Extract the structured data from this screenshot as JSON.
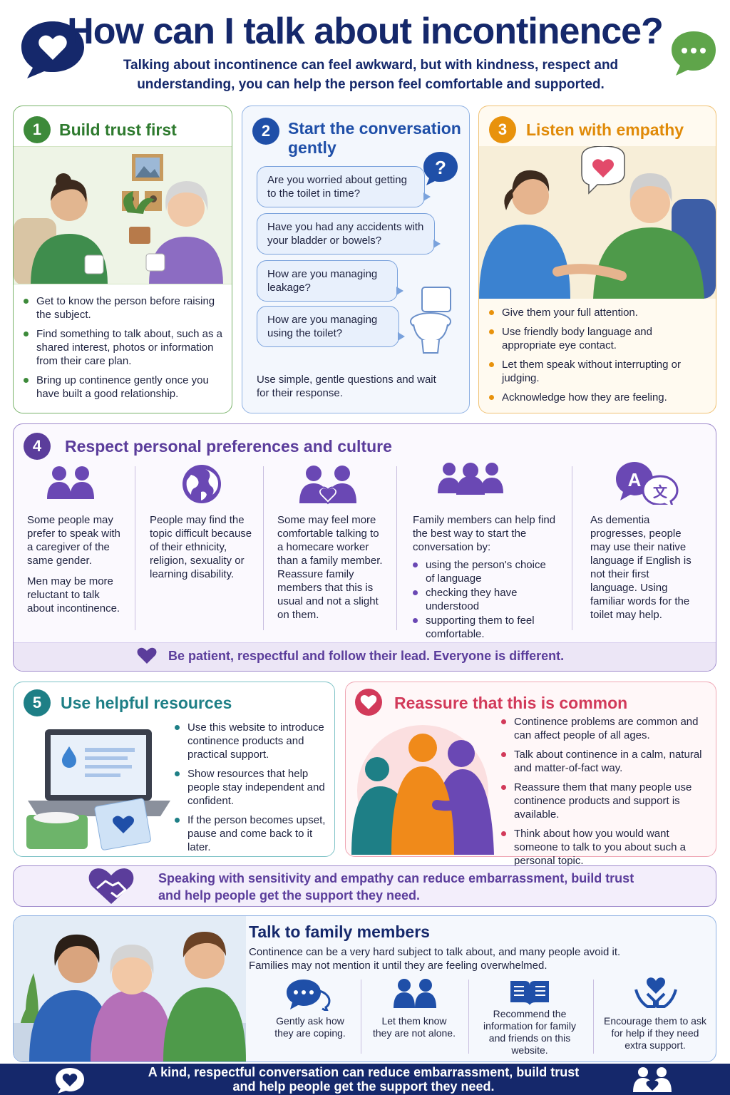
{
  "header": {
    "title": "How can I talk about incontinence?",
    "subtitle": "Talking about incontinence can feel awkward, but with kindness, respect and understanding, you can help the person feel comfortable and supported."
  },
  "colors": {
    "navy": "#15286b",
    "green": "#3d8a3a",
    "blue": "#1f4fa8",
    "orange": "#e8920c",
    "purple": "#5b3d9b",
    "teal": "#1e7f86",
    "red": "#d23a5a"
  },
  "card1": {
    "number": "1",
    "title": "Build trust first",
    "bullets": [
      "Get to know the person before raising the subject.",
      "Find something to talk about, such as a shared interest, photos or information from their care plan.",
      "Bring up continence gently once you have built a good relationship."
    ]
  },
  "card2": {
    "number": "2",
    "title": "Start the conversation gently",
    "questions": [
      "Are you worried about getting to the toilet in time?",
      "Have you had any accidents with your bladder or bowels?",
      "How are you managing leakage?",
      "How are you managing using the toilet?"
    ],
    "footer": "Use simple, gentle questions and wait for their response.",
    "icon": "question-bubble-icon"
  },
  "card3": {
    "number": "3",
    "title": "Listen with empathy",
    "bullets": [
      "Give them your full attention.",
      "Use friendly body language and appropriate eye contact.",
      "Let them speak without interrupting or judging.",
      "Acknowledge how they are feeling."
    ]
  },
  "card4": {
    "number": "4",
    "title": "Respect personal preferences and culture",
    "col1": {
      "p1": "Some people may prefer to speak with a caregiver of the same gender.",
      "p2": "Men may be more reluctant to talk about incontinence."
    },
    "col2": {
      "p1": "People may find the topic difficult because of their ethnicity, religion, sexuality or learning disability."
    },
    "col3": {
      "p1": "Some may feel more comfortable talking to a homecare worker than a family member. Reassure family members that this is usual and not a slight on them."
    },
    "col4": {
      "intro": "Family members can help find the best way to start the conversation by:",
      "bullets": [
        "using the person's choice of language",
        "checking they have understood",
        "supporting them to feel comfortable."
      ]
    },
    "col5": {
      "p1": "As dementia progresses, people may use their native language if English is not their first language. Using familiar words for the toilet may help."
    },
    "banner": "Be patient, respectful and follow their lead. Everyone is different."
  },
  "card5": {
    "number": "5",
    "title": "Use helpful resources",
    "bullets": [
      "Use this website to introduce continence products and practical support.",
      "Show resources that help people stay independent and confident.",
      "If the person becomes upset, pause and come back to it later."
    ]
  },
  "card6": {
    "title": "Reassure that this is common",
    "bullets": [
      "Continence problems are common and can affect people of all ages.",
      "Talk about continence in a calm, natural and matter-of-fact way.",
      "Reassure them that many people use continence products and support is available.",
      "Think about how you would want someone to talk to you about such a personal topic."
    ]
  },
  "empathy_banner": "Speaking with sensitivity and empathy can reduce embarrassment, build trust and help people get the support they need.",
  "family": {
    "title": "Talk to family members",
    "intro": "Continence can be a very hard subject to talk about, and many people avoid it. Families may not mention it until they are feeling overwhelmed.",
    "items": [
      "Gently ask how they are coping.",
      "Let them know they are not alone.",
      "Recommend the information for family and friends on this website.",
      "Encourage them to ask for help if they need extra support."
    ]
  },
  "footer": "A kind, respectful conversation can reduce embarrassment, build trust and help people get the support they need."
}
